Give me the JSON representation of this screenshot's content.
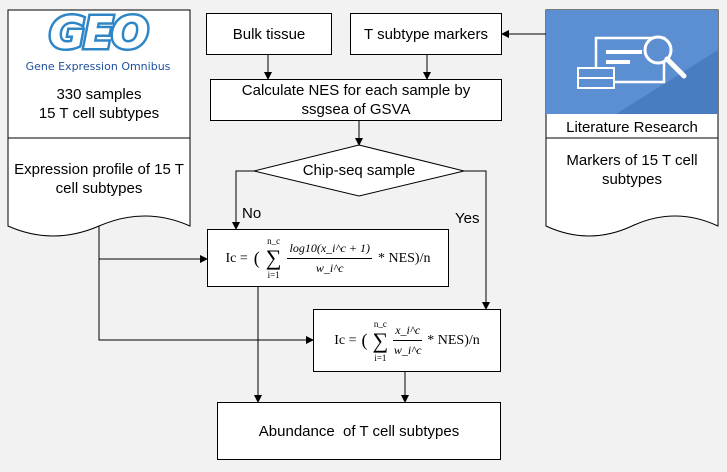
{
  "geo": {
    "logo_text": "GEO",
    "logo_subtitle": "Gene Expression Omnibus",
    "samples": "330 samples",
    "subtypes": "15 T cell subtypes",
    "profile": "Expression profile of 15 T cell subtypes"
  },
  "bulk": "Bulk tissue",
  "markers": "T subtype markers",
  "nes": "Calculate NES for each sample by ssgsea of GSVA",
  "decision": "Chip-seq sample",
  "branch_no": "No",
  "branch_yes": "Yes",
  "literature": {
    "title": "Literature Research",
    "markers": "Markers of 15 T cell subtypes"
  },
  "formula1": {
    "lhs": "Ic =",
    "upper": "n_c",
    "lower": "i=1",
    "numerator": "log10(x_i^c + 1)",
    "denominator": "w_i^c",
    "tail": "* NES)/n"
  },
  "formula2": {
    "lhs": "Ic =",
    "upper": "n_c",
    "lower": "i=1",
    "numerator": "x_i^c",
    "denominator": "w_i^c",
    "tail": "* NES)/n"
  },
  "result": "Abundance  of T cell subtypes",
  "colors": {
    "geo_logo": "#2f86c6",
    "geo_subtitle": "#1c4f9c",
    "literature_bg": "#5b8fd1"
  }
}
